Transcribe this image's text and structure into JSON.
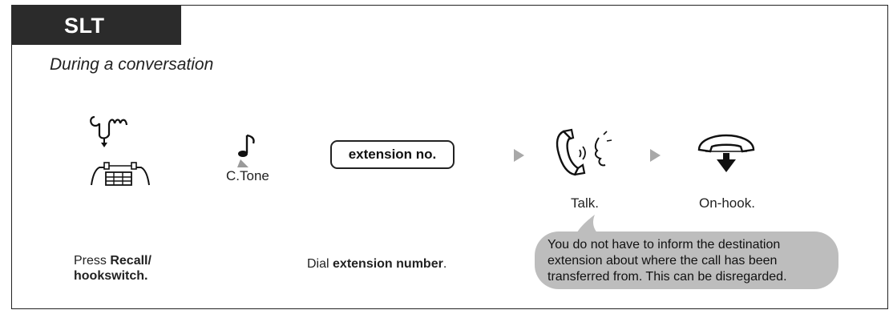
{
  "header": {
    "tab_label": "SLT"
  },
  "subtitle": "During a conversation",
  "steps": {
    "ctone_label": "C.Tone",
    "key_label": "extension no.",
    "talk_label": "Talk.",
    "onhook_label": "On-hook."
  },
  "descriptions": {
    "press_prefix": "Press ",
    "press_bold_1": "Recall/",
    "press_bold_2": "hookswitch.",
    "dial_prefix": "Dial ",
    "dial_bold": "extension number",
    "dial_suffix": "."
  },
  "note": {
    "text": "You do not have to inform the destination extension about where the call has been transferred from. This can be disregarded."
  },
  "icons": [
    "hand-press-icon",
    "hookswitch-icon",
    "music-note-icon",
    "arrow-right-icon",
    "handset-talk-icon",
    "onhook-icon"
  ]
}
